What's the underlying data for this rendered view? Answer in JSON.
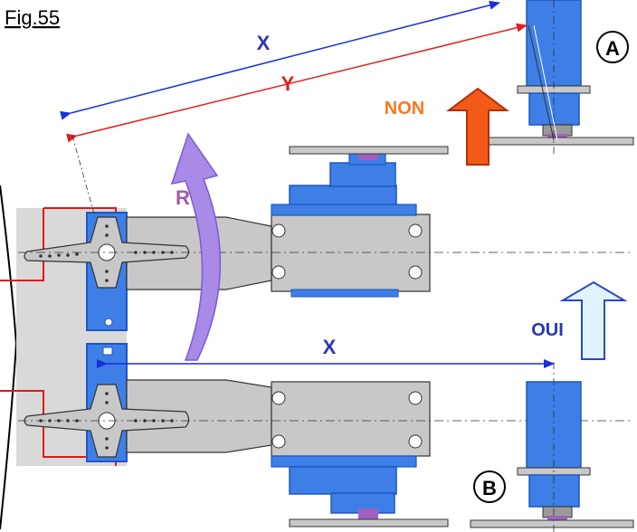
{
  "figure": {
    "caption": "Fig.55",
    "markers": {
      "a": "A",
      "b": "B"
    },
    "dimensions": {
      "x_upper": "X",
      "y": "Y",
      "x_lower": "X"
    },
    "rotation_label": "R",
    "verdicts": {
      "bad": "NON",
      "good": "OUI"
    }
  },
  "colors": {
    "dimension_x": "#1a2fe0",
    "dimension_y": "#e0201c",
    "rotation_arrow": "#a98ae6",
    "rotation_label": "#a05aa8",
    "non_arrow": "#f25a1a",
    "non_text": "#f47a20",
    "oui_arrow": "#dff4ff",
    "oui_text": "#2a36b8",
    "servo_blue": "#3d7fe6",
    "servo_dark": "#1f56c0",
    "arm_gray": "#c8c8c8",
    "fuselage_gray": "#d9d9d9",
    "outline_red": "#e01818",
    "gear_purple": "#a060c0"
  }
}
